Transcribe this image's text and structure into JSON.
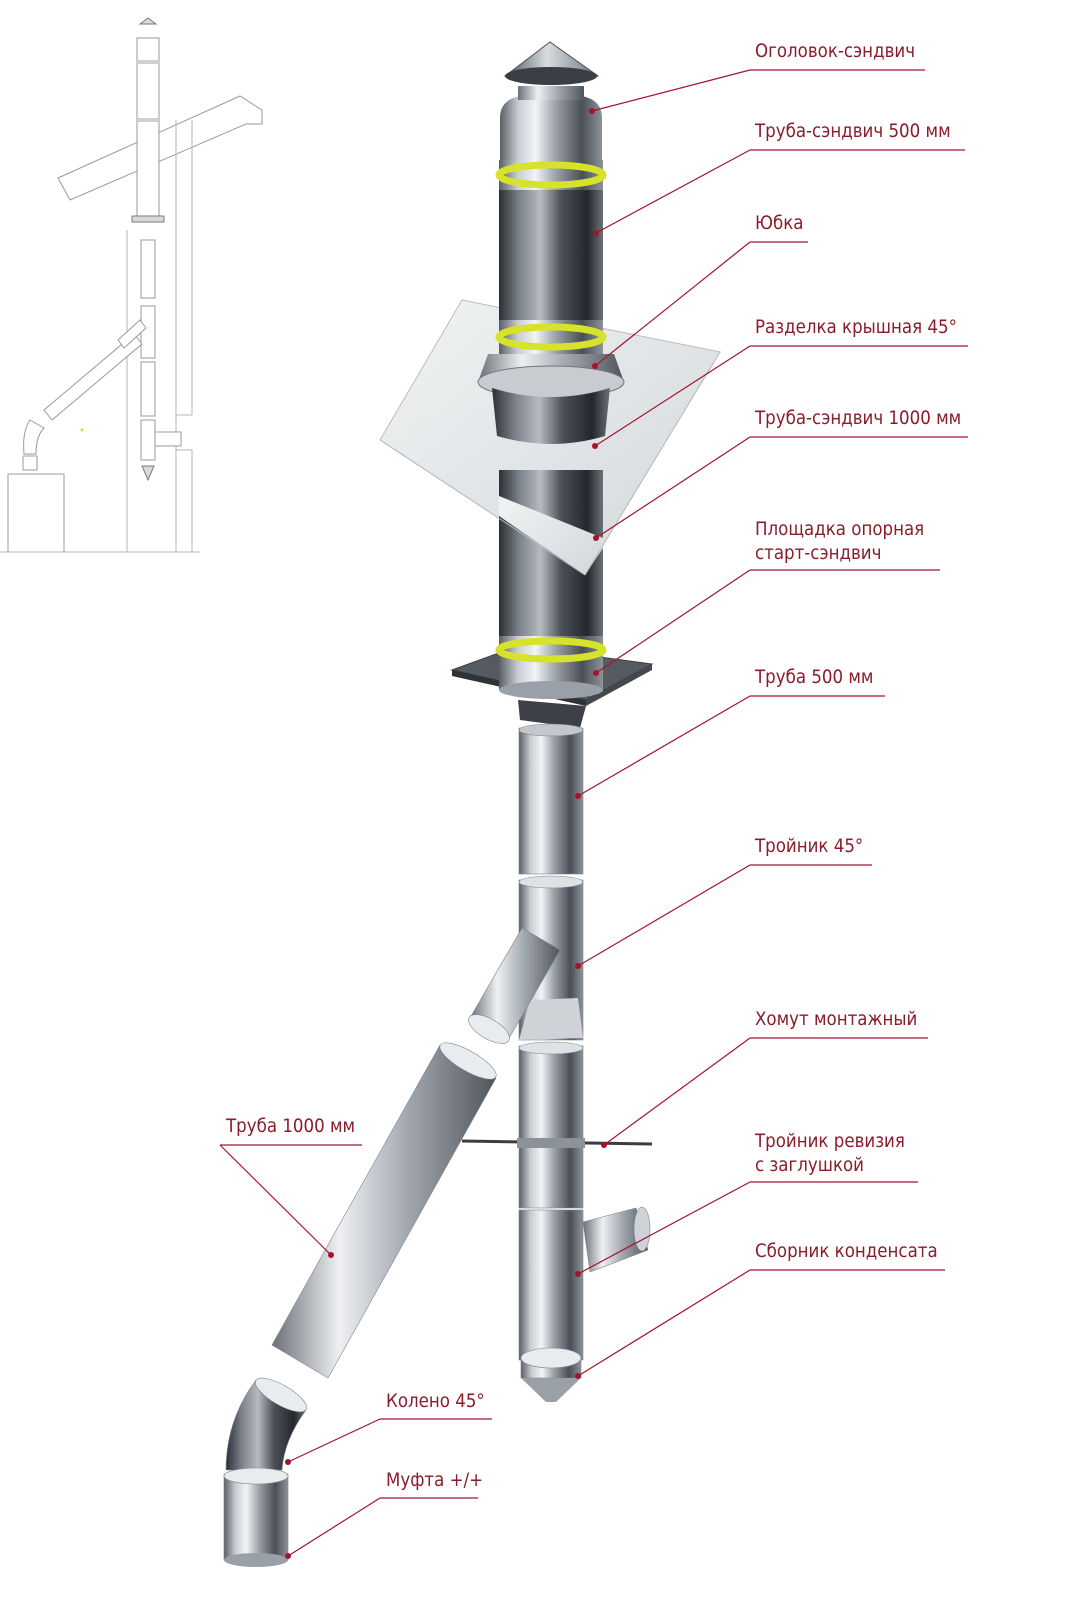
{
  "labels": [
    {
      "id": "head",
      "lines": [
        "Оголовок-сэндвич"
      ]
    },
    {
      "id": "sandwich500",
      "lines": [
        "Труба-сэндвич 500 мм"
      ]
    },
    {
      "id": "skirt",
      "lines": [
        "Юбка"
      ]
    },
    {
      "id": "roof45",
      "lines": [
        "Разделка крышная 45°"
      ]
    },
    {
      "id": "sandwich1000",
      "lines": [
        "Труба-сэндвич 1000 мм"
      ]
    },
    {
      "id": "support",
      "lines": [
        "Площадка опорная",
        "старт-сэндвич"
      ]
    },
    {
      "id": "pipe500",
      "lines": [
        "Труба 500 мм"
      ]
    },
    {
      "id": "tee45",
      "lines": [
        "Тройник 45°"
      ]
    },
    {
      "id": "clamp",
      "lines": [
        "Хомут монтажный"
      ]
    },
    {
      "id": "revision",
      "lines": [
        "Тройник ревизия",
        "с заглушкой"
      ]
    },
    {
      "id": "condensate",
      "lines": [
        "Сборник конденсата"
      ]
    },
    {
      "id": "pipe1000",
      "lines": [
        "Труба 1000 мм"
      ]
    },
    {
      "id": "elbow45",
      "lines": [
        "Колено 45°"
      ]
    },
    {
      "id": "coupling",
      "lines": [
        "Муфта +/+"
      ]
    }
  ],
  "colors": {
    "label_text": "#8a1c2b",
    "leader_line": "#a3142c",
    "insulation_ring": "#d7e22a",
    "steel_dark": "#3e434a",
    "steel_light": "#e4e7ea",
    "flashing": "#e6e8ea",
    "sketch_stroke": "#9a9a9a"
  }
}
